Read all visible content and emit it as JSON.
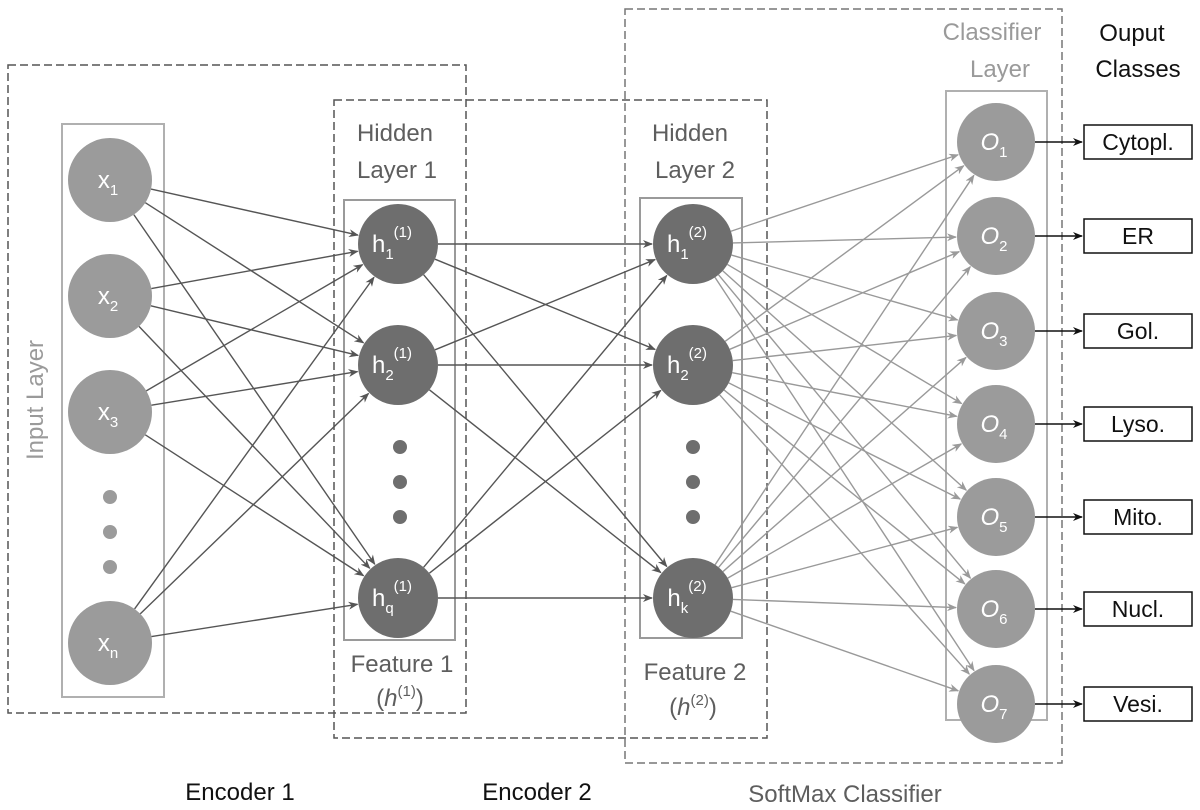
{
  "groups": {
    "encoder1": "Encoder 1",
    "encoder2": "Encoder 2",
    "softmax": "SoftMax Classifier"
  },
  "layers": {
    "input": {
      "title": "Input Layer",
      "color": "#9b9b9b",
      "nodes": [
        {
          "base": "x",
          "sub": "1"
        },
        {
          "base": "x",
          "sub": "2"
        },
        {
          "base": "x",
          "sub": "3"
        },
        {
          "base": "x",
          "sub": "n"
        }
      ]
    },
    "hidden1": {
      "title_line1": "Hidden",
      "title_line2": "Layer 1",
      "color": "#6e6e6e",
      "feature_line1": "Feature 1",
      "feature_var": "h",
      "feature_sup": "(1)",
      "nodes": [
        {
          "base": "h",
          "sub": "1",
          "sup": "(1)"
        },
        {
          "base": "h",
          "sub": "2",
          "sup": "(1)"
        },
        {
          "base": "h",
          "sub": "q",
          "sup": "(1)"
        }
      ]
    },
    "hidden2": {
      "title_line1": "Hidden",
      "title_line2": "Layer 2",
      "color": "#6e6e6e",
      "feature_line1": "Feature 2",
      "feature_var": "h",
      "feature_sup": "(2)",
      "nodes": [
        {
          "base": "h",
          "sub": "1",
          "sup": "(2)"
        },
        {
          "base": "h",
          "sub": "2",
          "sup": "(2)"
        },
        {
          "base": "h",
          "sub": "k",
          "sup": "(2)"
        }
      ]
    },
    "classifier": {
      "title_line1": "Classifier",
      "title_line2": "Layer",
      "color": "#9b9b9b",
      "nodes": [
        {
          "base": "O",
          "sub": "1"
        },
        {
          "base": "O",
          "sub": "2"
        },
        {
          "base": "O",
          "sub": "3"
        },
        {
          "base": "O",
          "sub": "4"
        },
        {
          "base": "O",
          "sub": "5"
        },
        {
          "base": "O",
          "sub": "6"
        },
        {
          "base": "O",
          "sub": "7"
        }
      ]
    }
  },
  "outputs": {
    "title_line1": "Ouput",
    "title_line2": "Classes",
    "classes": [
      "Cytopl.",
      "ER",
      "Gol.",
      "Lyso.",
      "Mito.",
      "Nucl.",
      "Vesi."
    ]
  },
  "colors": {
    "edge_dark": "#555555",
    "edge_light": "#999999",
    "box_border": "#b0b0b0",
    "dashed_border": "#555555"
  }
}
